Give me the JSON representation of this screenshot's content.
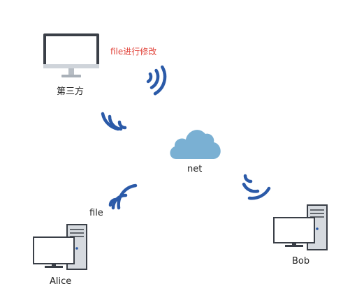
{
  "labels": {
    "third_party": "第三方",
    "modify_note": "file进行修改",
    "net": "net",
    "file": "file",
    "alice": "Alice",
    "bob": "Bob"
  },
  "colors": {
    "signal": "#2b5aa8",
    "cloud": "#7ab0d3",
    "screen_frame": "#3a3f47",
    "screen": "#ffffff",
    "case": "#cfd4da",
    "stand": "#b7bdc4",
    "accent_text": "#e2453c"
  },
  "icons": [
    "monitor-icon",
    "cloud-icon",
    "wifi-signal-icon",
    "desktop-computer-icon"
  ]
}
